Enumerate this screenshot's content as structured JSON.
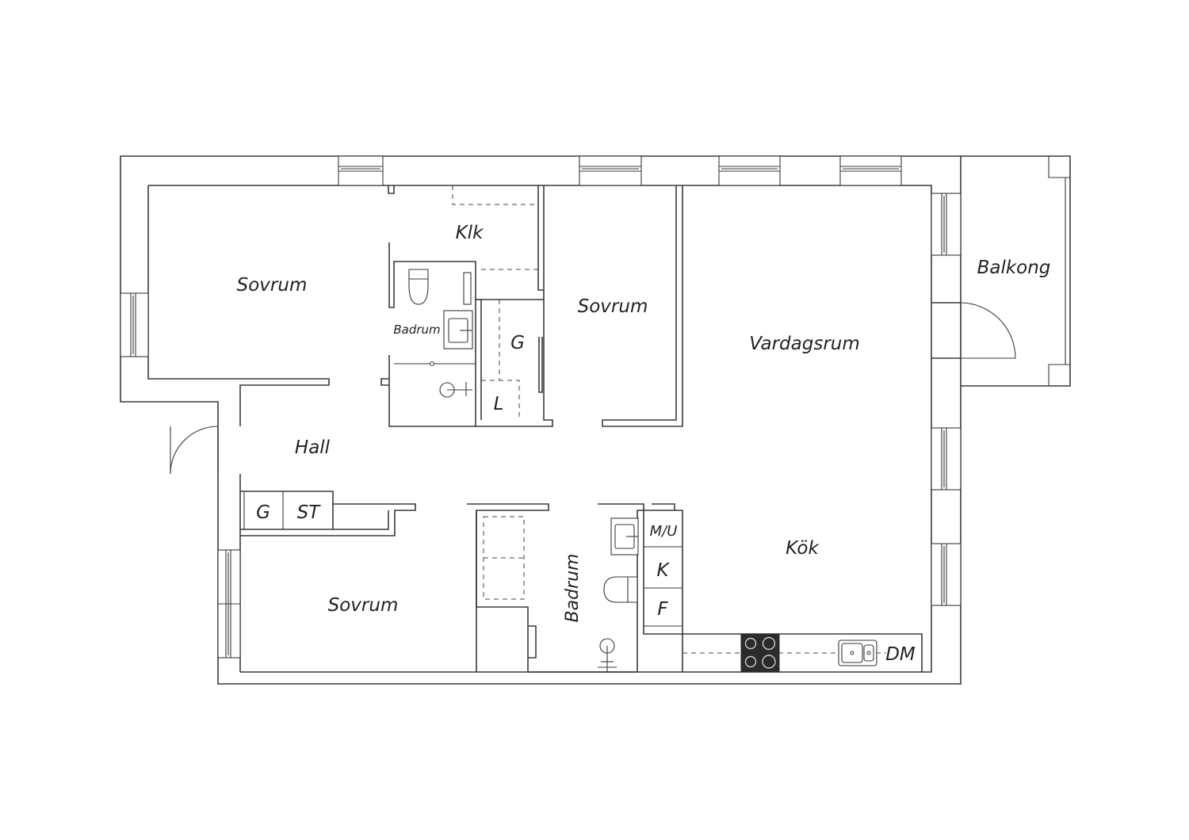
{
  "rooms": {
    "sovrum_1": "Sovrum",
    "klk": "Klk",
    "badrum_1": "Badrum",
    "g_1": "G",
    "l": "L",
    "sovrum_2": "Sovrum",
    "vardagsrum": "Vardagsrum",
    "balkong": "Balkong",
    "hall": "Hall",
    "g_2": "G",
    "st": "ST",
    "sovrum_3": "Sovrum",
    "badrum_2": "Badrum",
    "mu": "M/U",
    "k": "K",
    "f": "F",
    "kok": "Kök",
    "dm": "DM"
  },
  "colors": {
    "wall": "#3a3a3a",
    "stove": "#2b2b2b",
    "background": "#ffffff"
  }
}
